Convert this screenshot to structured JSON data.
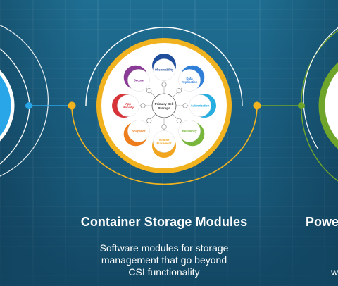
{
  "center_card": {
    "title": "Container Storage Modules",
    "description_lines": [
      "Software modules for storage",
      "management that go beyond",
      "CSI functionality"
    ]
  },
  "diagram": {
    "hub_lines": [
      "Primary Dell",
      "Storage"
    ],
    "modules": [
      {
        "label_lines": [
          "Observability"
        ],
        "color": "#1f4e9c"
      },
      {
        "label_lines": [
          "Data",
          "Replication"
        ],
        "color": "#2f7fd8"
      },
      {
        "label_lines": [
          "Authorization"
        ],
        "color": "#26aee0"
      },
      {
        "label_lines": [
          "Resiliency"
        ],
        "color": "#79b73c"
      },
      {
        "label_lines": [
          "Volume",
          "Placement"
        ],
        "color": "#f2a51e"
      },
      {
        "label_lines": [
          "Snapshot"
        ],
        "color": "#ee7d1c"
      },
      {
        "label_lines": [
          "App",
          "Mobility"
        ],
        "color": "#d7343a"
      },
      {
        "label_lines": [
          "Secure"
        ],
        "color": "#8a3b96"
      }
    ]
  },
  "right_card": {
    "title_fragment": "Powe",
    "description_fragment": "w"
  },
  "colors": {
    "ring_yellow": "#f0b21e",
    "ring_white": "#ffffff",
    "left_blue": "#29a6e8",
    "right_green": "#6fa52b"
  }
}
